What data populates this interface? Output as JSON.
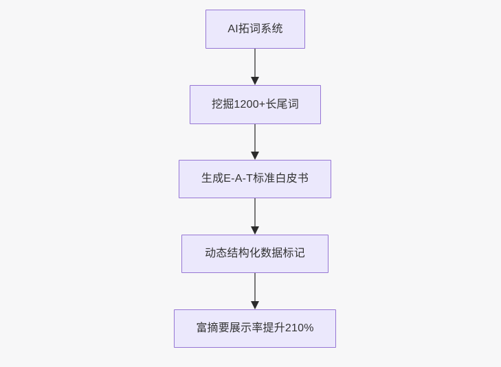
{
  "diagram": {
    "type": "flowchart",
    "orientation": "top-to-bottom",
    "background_color": "#f7f7f8",
    "node_fill_color": "#ebe8fc",
    "node_border_color": "#9575d4",
    "node_text_color": "#333333",
    "edge_color": "#777777",
    "arrowhead_color": "#2b2b2b",
    "nodes": [
      {
        "id": "n1",
        "label": "AI拓词系统"
      },
      {
        "id": "n2",
        "label": "挖掘1200+长尾词"
      },
      {
        "id": "n3",
        "label": "生成E-A-T标准白皮书"
      },
      {
        "id": "n4",
        "label": "动态结构化数据标记"
      },
      {
        "id": "n5",
        "label": "富摘要展示率提升210%"
      }
    ],
    "edges": [
      {
        "from": "n1",
        "to": "n2"
      },
      {
        "from": "n2",
        "to": "n3"
      },
      {
        "from": "n3",
        "to": "n4"
      },
      {
        "from": "n4",
        "to": "n5"
      }
    ]
  }
}
